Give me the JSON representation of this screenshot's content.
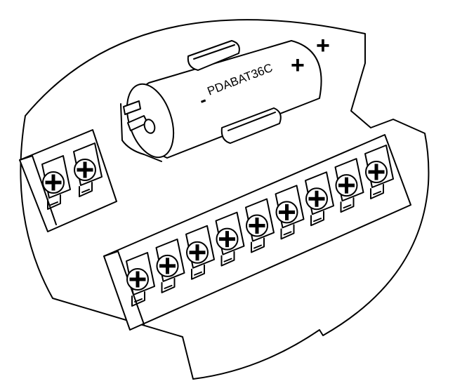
{
  "battery": {
    "label": "PDABAT36C",
    "minus_sign": "-",
    "plus_sign_body": "+",
    "plus_sign_board": "+"
  },
  "terminal_blocks": {
    "left_count": 2,
    "bottom_count": 9
  }
}
